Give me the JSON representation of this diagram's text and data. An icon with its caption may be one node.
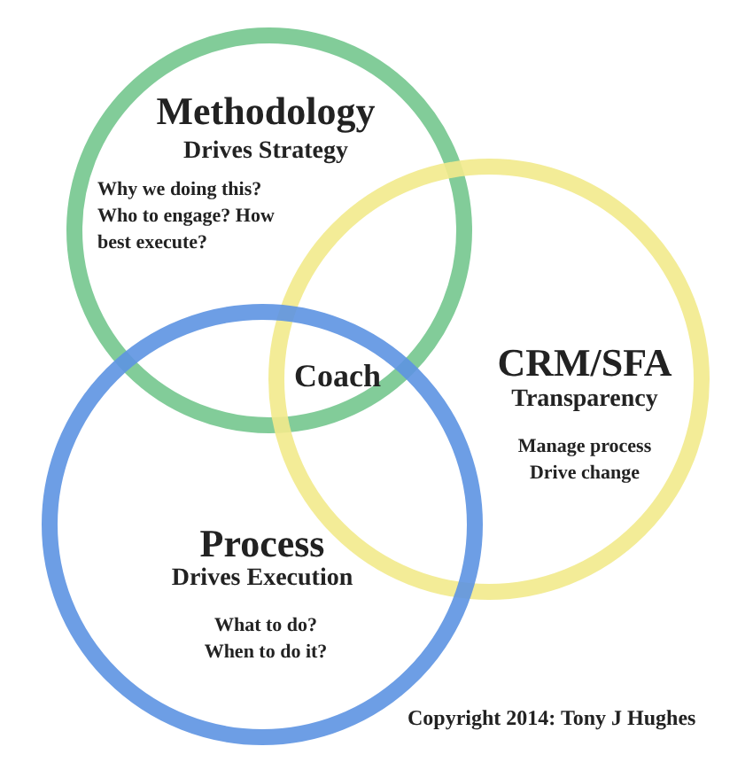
{
  "diagram": {
    "nodes": [
      {
        "text": [
          "Methodology",
          "Drives Strategy",
          "Why we doing this? Who to engage? How best execute?"
        ]
      },
      {
        "text": [
          "CRM/SFA",
          "Transparency",
          "Manage process Drive change"
        ]
      },
      {
        "text": [
          "Process",
          "Drives Execution",
          "What to do? When to do it?"
        ]
      }
    ],
    "edges": [],
    "labels": [
      "Coach",
      "Copyright 2014: Tony J Hughes"
    ]
  }
}
